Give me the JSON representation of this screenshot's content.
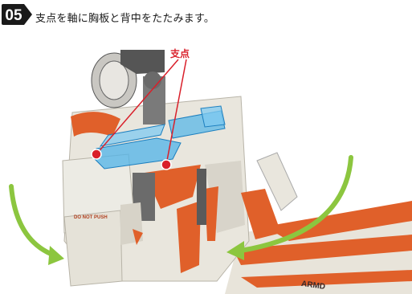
{
  "step": {
    "number": "05",
    "instruction": "支点を軸に胸板と背中をたたみます。"
  },
  "callout": {
    "label": "支点"
  },
  "markings": {
    "shoulder": "DO NOT PUSH",
    "wing": "ARMD"
  },
  "colors": {
    "badge": "#1a1a1a",
    "callout_red": "#d91f2a",
    "arrow_green": "#8cc63f",
    "highlight_blue": "#4fb3e8",
    "body_white": "#e8e6dc",
    "trim_orange": "#e0602a",
    "mech_grey": "#6b6b6b"
  },
  "icons": {
    "step_badge": "step-number-badge",
    "fold_arrow_left": "curved-arrow-down-right-icon",
    "fold_arrow_right": "curved-arrow-down-left-icon"
  }
}
